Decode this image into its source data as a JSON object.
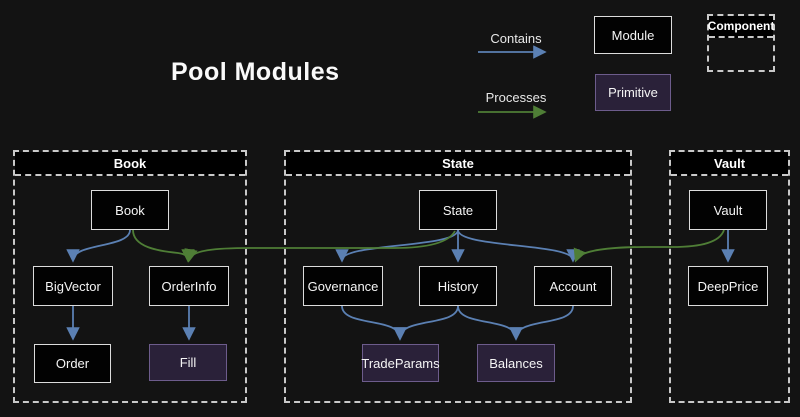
{
  "title": "Pool Modules",
  "colors": {
    "background": "#131313",
    "contains_blue": "#5b80b3",
    "processes_green": "#4f7e36",
    "module_fill": "#020202",
    "module_border": "#dcdcdc",
    "primitive_fill": "#2a2139",
    "primitive_border": "#6d5c8c",
    "dashed_border": "#c9c9c9"
  },
  "legend": {
    "contains_label": "Contains",
    "processes_label": "Processes",
    "module_label": "Module",
    "primitive_label": "Primitive",
    "component_label": "Component"
  },
  "containers": {
    "book": {
      "label": "Book"
    },
    "state": {
      "label": "State"
    },
    "vault": {
      "label": "Vault"
    }
  },
  "nodes": {
    "book": {
      "label": "Book",
      "type": "module"
    },
    "bigvector": {
      "label": "BigVector",
      "type": "module"
    },
    "orderinfo": {
      "label": "OrderInfo",
      "type": "module"
    },
    "order": {
      "label": "Order",
      "type": "module"
    },
    "fill": {
      "label": "Fill",
      "type": "primitive"
    },
    "state": {
      "label": "State",
      "type": "module"
    },
    "governance": {
      "label": "Governance",
      "type": "module"
    },
    "history": {
      "label": "History",
      "type": "module"
    },
    "account": {
      "label": "Account",
      "type": "module"
    },
    "tradeparams": {
      "label": "TradeParams",
      "type": "primitive"
    },
    "balances": {
      "label": "Balances",
      "type": "primitive"
    },
    "vault": {
      "label": "Vault",
      "type": "module"
    },
    "deepprice": {
      "label": "DeepPrice",
      "type": "module"
    }
  },
  "edges": [
    {
      "from": "Book",
      "to": "BigVector",
      "type": "contains"
    },
    {
      "from": "BigVector",
      "to": "Order",
      "type": "contains"
    },
    {
      "from": "OrderInfo",
      "to": "Fill",
      "type": "contains"
    },
    {
      "from": "State",
      "to": "Governance",
      "type": "contains"
    },
    {
      "from": "State",
      "to": "History",
      "type": "contains"
    },
    {
      "from": "State",
      "to": "Account",
      "type": "contains"
    },
    {
      "from": "Governance",
      "to": "TradeParams",
      "type": "contains"
    },
    {
      "from": "History",
      "to": "TradeParams",
      "type": "contains"
    },
    {
      "from": "History",
      "to": "Balances",
      "type": "contains"
    },
    {
      "from": "Account",
      "to": "Balances",
      "type": "contains"
    },
    {
      "from": "Vault",
      "to": "DeepPrice",
      "type": "contains"
    },
    {
      "from": "Book",
      "to": "OrderInfo",
      "type": "processes"
    },
    {
      "from": "State",
      "to": "OrderInfo",
      "type": "processes"
    },
    {
      "from": "Vault",
      "to": "Account",
      "type": "processes"
    }
  ]
}
